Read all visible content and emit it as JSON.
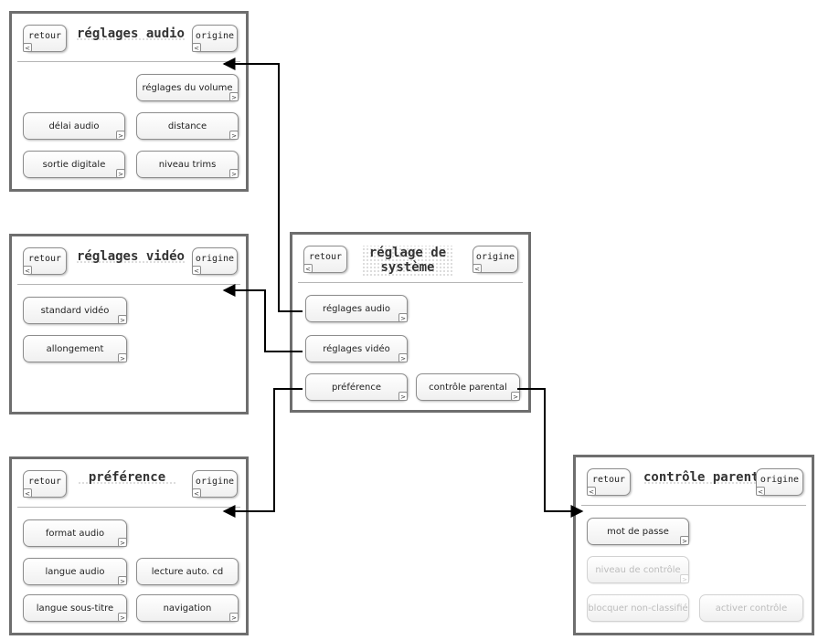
{
  "common": {
    "back_label": "retour",
    "home_label": "origine",
    "back_arrow": "<",
    "next_arrow": ">"
  },
  "panels": {
    "audio": {
      "title": "réglages audio",
      "buttons": {
        "volume": "réglages du volume",
        "audio_delay": "délai audio",
        "distance": "distance",
        "digital_out": "sortie digitale",
        "trims": "niveau trims"
      }
    },
    "video": {
      "title": "réglages vidéo",
      "buttons": {
        "video_standard": "standard vidéo",
        "aspect": "allongement"
      }
    },
    "system": {
      "title": "réglage de système",
      "buttons": {
        "audio_settings": "réglages audio",
        "video_settings": "réglages vidéo",
        "preference": "préférence",
        "parental": "contrôle parental"
      }
    },
    "preference": {
      "title": "préférence",
      "buttons": {
        "audio_format": "format audio",
        "audio_language": "langue audio",
        "auto_play_cd": "lecture auto. cd",
        "subtitle_language": "langue sous-titre",
        "navigation": "navigation"
      }
    },
    "parental": {
      "title": "contrôle parental",
      "buttons": {
        "password": "mot de passe",
        "control_level": "niveau de contrôle",
        "block_unrated": "blocquer non-classifié",
        "enable_control": "activer contrôle"
      }
    }
  }
}
